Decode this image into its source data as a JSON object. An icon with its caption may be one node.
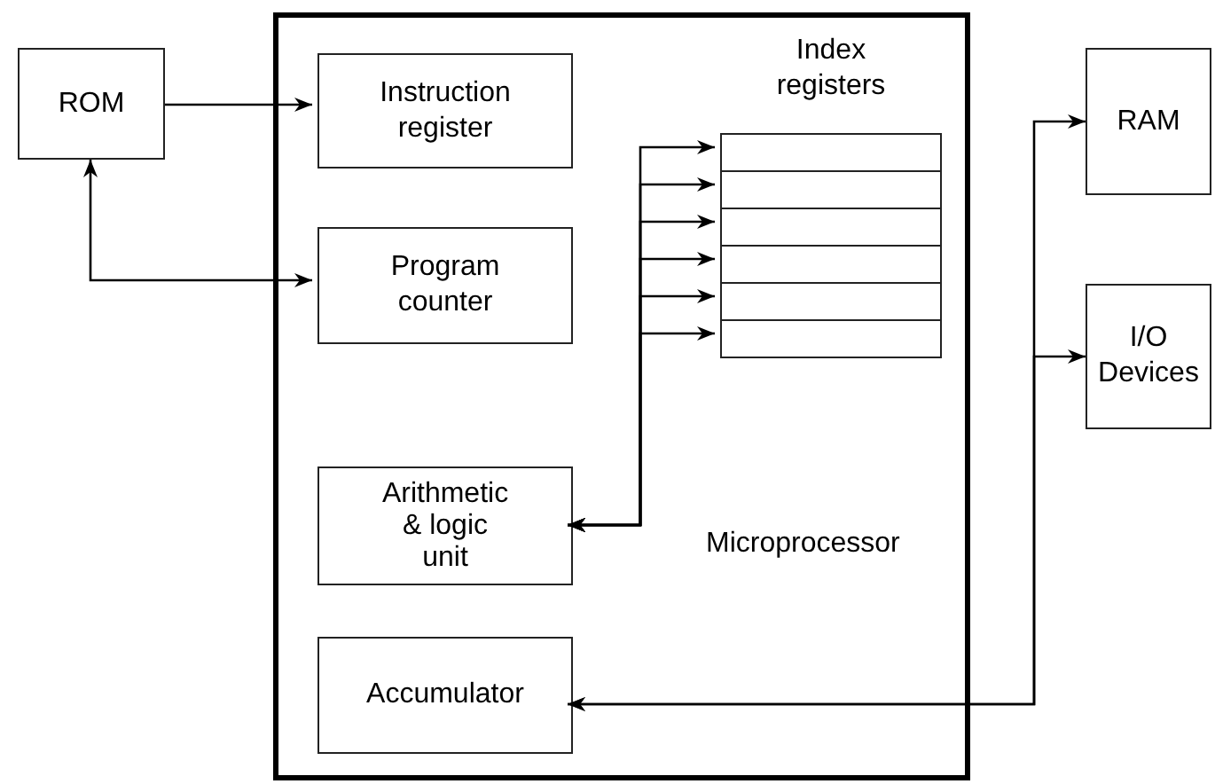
{
  "diagram": {
    "nodes": [
      {
        "text": [
          "Microprocessor"
        ]
      },
      {
        "text": [
          "ROM"
        ]
      },
      {
        "text": [
          "Instruction register"
        ],
        "in": 0
      },
      {
        "text": [
          "Program counter"
        ],
        "in": 0
      },
      {
        "text": [
          "Index registers"
        ],
        "in": 0
      },
      {
        "text": [],
        "shape": "box",
        "in": 4
      },
      {
        "text": [],
        "shape": "box",
        "in": 4
      },
      {
        "text": [],
        "shape": "box",
        "in": 4
      },
      {
        "text": [],
        "shape": "box",
        "in": 4
      },
      {
        "text": [],
        "shape": "box",
        "in": 4
      },
      {
        "text": [],
        "shape": "box",
        "in": 4
      },
      {
        "text": [
          "Arithmetic & logic unit"
        ],
        "in": 0
      },
      {
        "text": [
          "Accumulator"
        ],
        "in": 0
      },
      {
        "text": [
          "RAM"
        ]
      },
      {
        "text": [
          "I/O Devices"
        ]
      }
    ],
    "edges": [
      {
        "from": 1,
        "to": 2,
        "arrow": "to"
      },
      {
        "from": 1,
        "to": 3,
        "arrow": "both"
      },
      {
        "from": 11,
        "to": 5,
        "arrow": "both"
      },
      {
        "from": 11,
        "to": 6,
        "arrow": "both"
      },
      {
        "from": 11,
        "to": 7,
        "arrow": "both"
      },
      {
        "from": 11,
        "to": 8,
        "arrow": "both"
      },
      {
        "from": 11,
        "to": 9,
        "arrow": "both"
      },
      {
        "from": 11,
        "to": 10,
        "arrow": "both"
      },
      {
        "from": 12,
        "to": 13,
        "arrow": "both"
      },
      {
        "from": 12,
        "to": 14,
        "arrow": "both"
      }
    ]
  }
}
